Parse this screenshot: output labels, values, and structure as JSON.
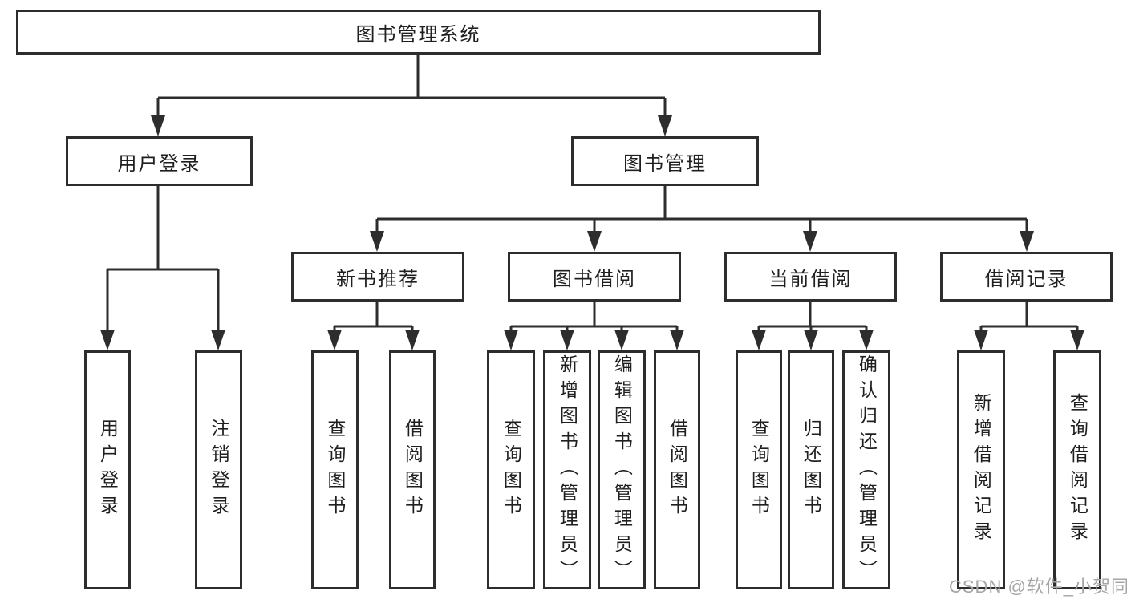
{
  "diagram": {
    "root": {
      "label": "图书管理系统"
    },
    "level2": [
      {
        "label": "用户登录"
      },
      {
        "label": "图书管理"
      }
    ],
    "level3": [
      {
        "label": "新书推荐"
      },
      {
        "label": "图书借阅"
      },
      {
        "label": "当前借阅"
      },
      {
        "label": "借阅记录"
      }
    ],
    "leaves": {
      "user_login": [
        "用户登录",
        "注销登录"
      ],
      "new_books": [
        "查询图书",
        "借阅图书"
      ],
      "book_borrow": [
        "查询图书",
        "新增图书（管理员）",
        "编辑图书（管理员）",
        "借阅图书"
      ],
      "current_borrow": [
        "查询图书",
        "归还图书",
        "确认归还（管理员）"
      ],
      "borrow_records": [
        "新增借阅记录",
        "查询借阅记录"
      ]
    }
  },
  "watermark": "CSDN @软件_小贺同学",
  "colors": {
    "line": "#2d2d2d",
    "text": "#1f1f1f",
    "watermark": "#a6a6a6",
    "background": "#ffffff"
  }
}
